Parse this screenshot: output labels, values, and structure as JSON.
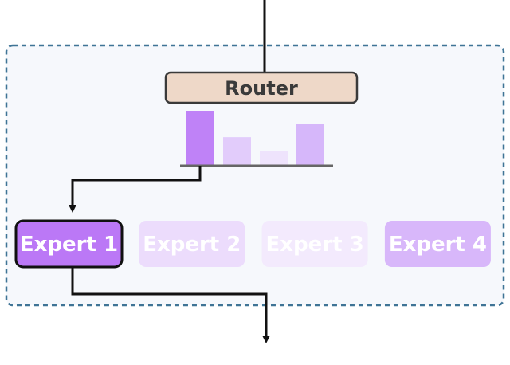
{
  "router": {
    "label": "Router"
  },
  "router_scores": {
    "values": [
      1.0,
      0.52,
      0.27,
      0.76
    ],
    "colors": [
      "#bf82f7",
      "#e2ccfb",
      "#eee3fc",
      "#d6b7fa"
    ]
  },
  "experts": [
    {
      "label": "Expert 1",
      "selected": true,
      "fill": "#bb78f6",
      "text_color": "#ffffff"
    },
    {
      "label": "Expert 2",
      "selected": false,
      "fill": "#ecdcfc",
      "text_color": "#ffffff"
    },
    {
      "label": "Expert 3",
      "selected": false,
      "fill": "#f3eafd",
      "text_color": "#ffffff"
    },
    {
      "label": "Expert 4",
      "selected": false,
      "fill": "#d8b7fa",
      "text_color": "#ffffff"
    }
  ],
  "colors": {
    "container_fill": "#f6f8fc",
    "container_border": "#3f7496",
    "router_fill": "#eed8c8",
    "router_border": "#3a3a3a",
    "router_text": "#3a3a3a",
    "arrow": "#111111",
    "baseline": "#666666"
  }
}
